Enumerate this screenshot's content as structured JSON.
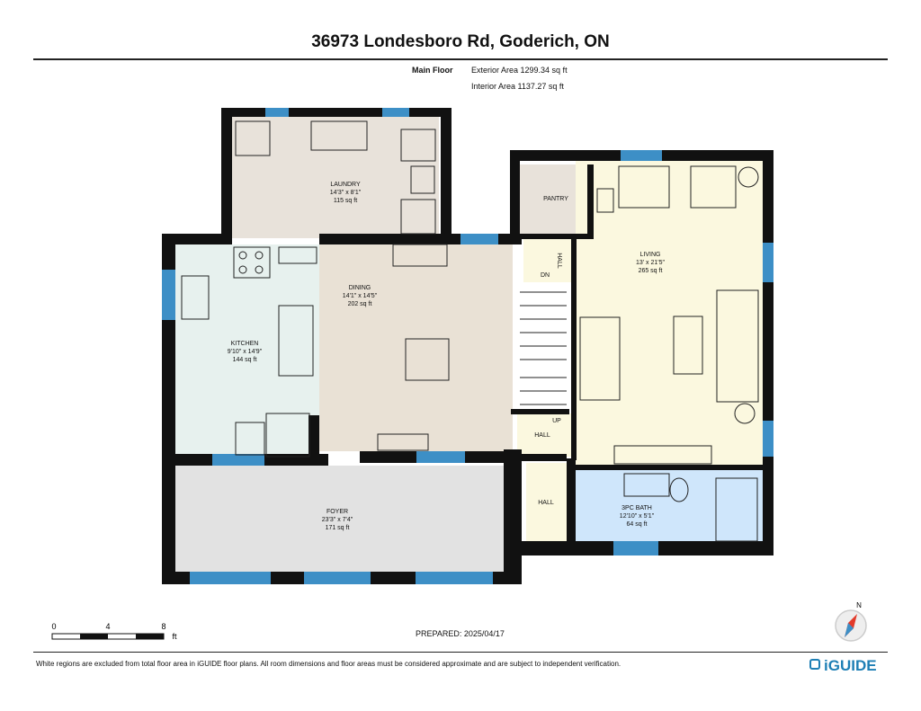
{
  "header": {
    "title": "36973 Londesboro Rd, Goderich, ON",
    "floor_label": "Main Floor",
    "exterior_area": "Exterior Area 1299.34 sq ft",
    "interior_area": "Interior Area 1137.27 sq ft"
  },
  "rooms": {
    "laundry": {
      "name": "LAUNDRY",
      "dims": "14'3\" x 8'1\"",
      "area": "115 sq ft"
    },
    "kitchen": {
      "name": "KITCHEN",
      "dims": "9'10\" x 14'9\"",
      "area": "144 sq ft"
    },
    "dining": {
      "name": "DINING",
      "dims": "14'1\" x 14'5\"",
      "area": "202 sq ft"
    },
    "living": {
      "name": "LIVING",
      "dims": "13' x 21'5\"",
      "area": "265 sq ft"
    },
    "foyer": {
      "name": "FOYER",
      "dims": "23'3\" x 7'4\"",
      "area": "171 sq ft"
    },
    "bath": {
      "name": "3PC BATH",
      "dims": "12'10\" x 5'1\"",
      "area": "64 sq ft"
    },
    "pantry": {
      "name": "PANTRY"
    },
    "hall_top": {
      "name": "HALL"
    },
    "hall_mid": {
      "name": "HALL"
    },
    "hall_bottom": {
      "name": "HALL"
    }
  },
  "stairs": {
    "down": "DN",
    "up": "UP"
  },
  "scale_bar": {
    "ticks": [
      "0",
      "4",
      "8"
    ],
    "unit": "ft"
  },
  "compass": {
    "north": "N"
  },
  "prepared": "PREPARED: 2025/04/17",
  "footer": {
    "disclaimer": "White regions are excluded from total floor area in iGUIDE floor plans. All room dimensions and floor areas must be considered approximate and are subject to independent verification.",
    "brand": "iGUIDE"
  },
  "colors": {
    "wall": "#111111",
    "window": "#3d8fc6",
    "laundry": "#e8e2da",
    "kitchen": "#e7f1ee",
    "dining": "#e9e1d5",
    "living": "#fbf8df",
    "foyer": "#e2e2e2",
    "bath": "#cfe6fb",
    "pantry": "#e8e2da",
    "hall": "#fbf8df",
    "brand": "#1e7fb5"
  }
}
